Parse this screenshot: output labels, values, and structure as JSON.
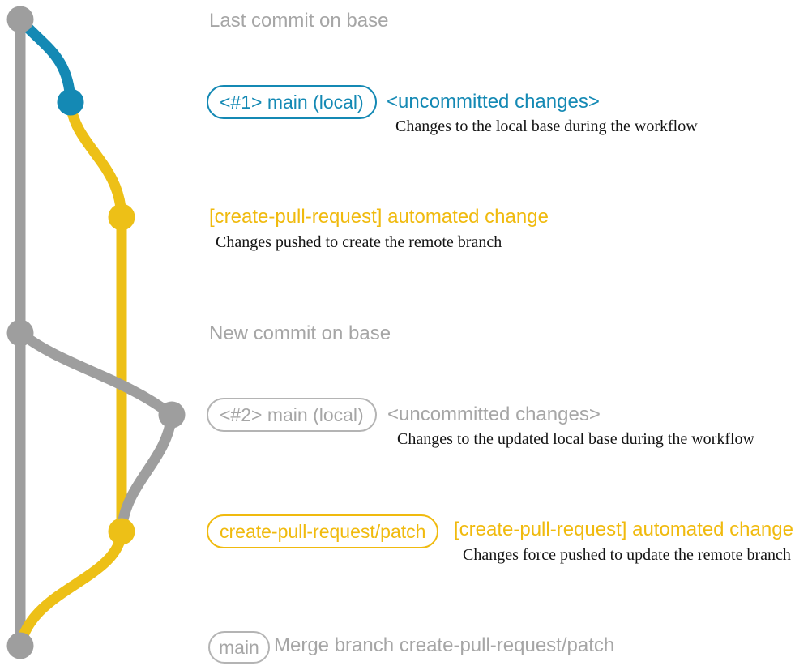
{
  "colors": {
    "graph_gray": "#9e9e9e",
    "graph_blue": "#1489b4",
    "graph_yellow": "#edc017",
    "text_gray": "#a6a6a6",
    "text_blue": "#1489b4",
    "text_yellow": "#f0ba0e",
    "text_black": "#141414",
    "border_gray": "#b4b4b4",
    "background": "#ffffff"
  },
  "diagram": {
    "type": "git-branch-graph",
    "branches": [
      {
        "name": "base",
        "color_key": "graph_gray"
      },
      {
        "name": "main (local)",
        "color_key": "graph_blue"
      },
      {
        "name": "create-pull-request/patch",
        "color_key": "graph_yellow"
      }
    ],
    "nodes": [
      {
        "id": "last-commit-on-base",
        "color_key": "graph_gray"
      },
      {
        "id": "local-main-commit-1",
        "color_key": "graph_blue"
      },
      {
        "id": "remote-patch-commit-1",
        "color_key": "graph_yellow"
      },
      {
        "id": "new-commit-on-base",
        "color_key": "graph_gray"
      },
      {
        "id": "local-main-commit-2",
        "color_key": "graph_gray"
      },
      {
        "id": "remote-patch-commit-2",
        "color_key": "graph_yellow"
      },
      {
        "id": "merge-commit",
        "color_key": "graph_gray"
      }
    ]
  },
  "labels": {
    "last_commit": "Last commit on base",
    "new_commit": "New commit on base",
    "row1": {
      "badge": "<#1> main (local)",
      "status": "<uncommitted changes>",
      "caption": "Changes to the local base during the workflow"
    },
    "row2": {
      "heading": "[create-pull-request] automated change",
      "caption": "Changes pushed to create the remote branch"
    },
    "row3": {
      "badge": "<#2> main (local)",
      "status": "<uncommitted changes>",
      "caption": "Changes to the updated local base during the workflow"
    },
    "row4": {
      "badge": "create-pull-request/patch",
      "heading": "[create-pull-request] automated change",
      "caption": "Changes force pushed to update the remote branch"
    },
    "row5": {
      "badge": "main",
      "text": "Merge branch create-pull-request/patch"
    }
  }
}
